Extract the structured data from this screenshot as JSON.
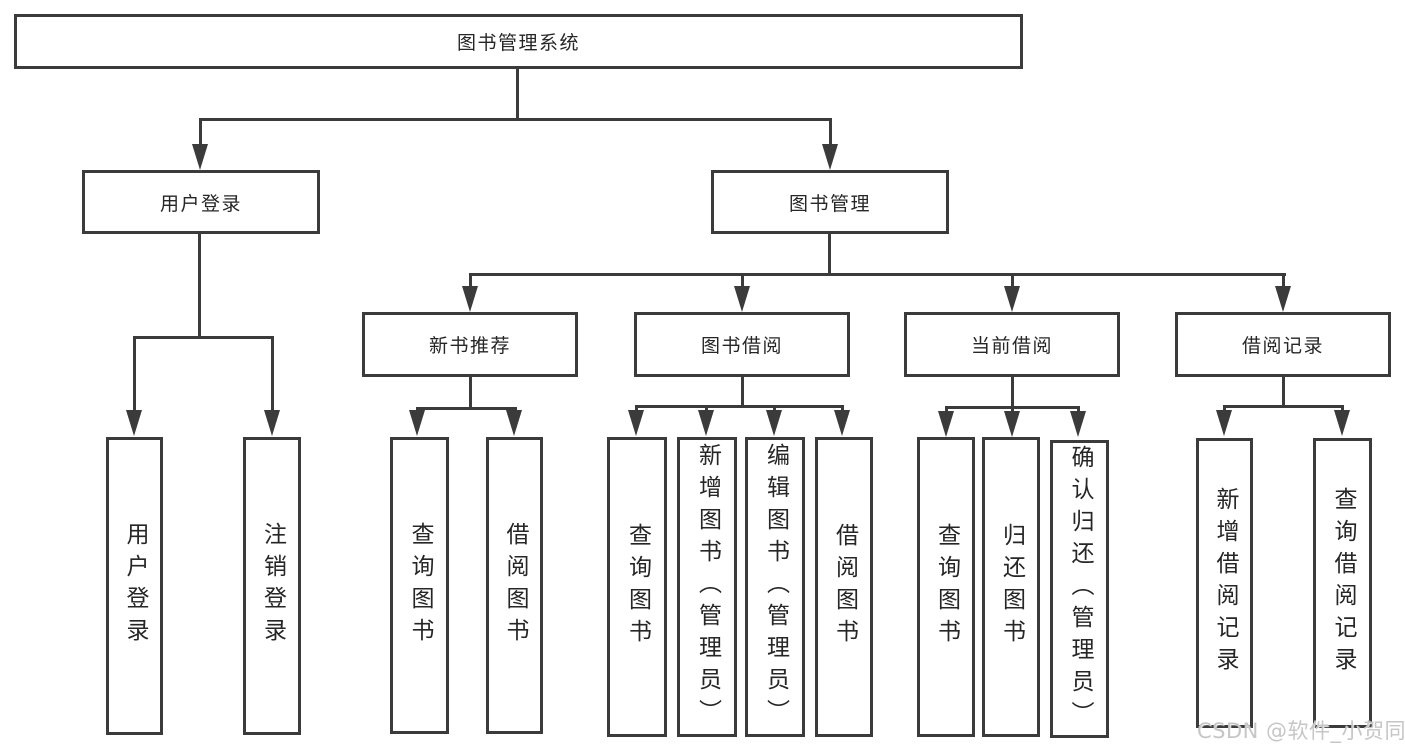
{
  "tree": {
    "root": "图书管理系统",
    "level1": [
      "用户登录",
      "图书管理"
    ],
    "level2": [
      "新书推荐",
      "图书借阅",
      "当前借阅",
      "借阅记录"
    ],
    "user_login_children": [
      "用户登录",
      "注销登录"
    ],
    "new_book_children": [
      "查询图书",
      "借阅图书"
    ],
    "book_borrow_children": [
      "查询图书",
      "新增图书（管理员）",
      "编辑图书（管理员）",
      "借阅图书"
    ],
    "current_borrow_children": [
      "查询图书",
      "归还图书",
      "确认归还（管理员）"
    ],
    "borrow_record_children": [
      "新增借阅记录",
      "查询借阅记录"
    ]
  },
  "watermark": "CSDN @软件_小贺同学",
  "colors": {
    "line": "#3b3b3b",
    "box_border": "#3b3b3b",
    "text": "#262626",
    "watermark": "#c6c6c6",
    "background": "#ffffff"
  }
}
